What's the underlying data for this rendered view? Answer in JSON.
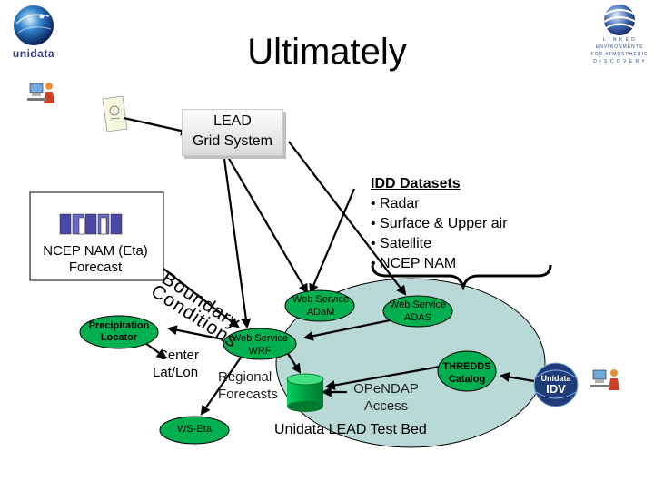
{
  "slide": {
    "title": "Ultimately"
  },
  "logos": {
    "unidata": {
      "text": "unidata",
      "icon": "unidata-globe-icon"
    },
    "lead": {
      "lines": [
        "L I N K E D",
        "ENVIRONMENTS",
        "FOR ATMOSPHERIC",
        "D I S C O V E R Y"
      ],
      "icon": "lead-globe-icon"
    }
  },
  "lead_grid": {
    "line1": "LEAD",
    "line2": "Grid System"
  },
  "idd": {
    "title": "IDD Datasets",
    "items": [
      "• Radar",
      "• Surface & Upper air",
      "• Satellite",
      "• NCEP NAM"
    ]
  },
  "ncep": {
    "line1": "NCEP NAM (Eta)",
    "line2": "Forecast"
  },
  "boundary": {
    "word1": "Boundary",
    "word2": "Conditions"
  },
  "services": {
    "adam": {
      "line1": "Web Service",
      "line2": "ADaM"
    },
    "adas": {
      "line1": "Web Service",
      "line2": "ADAS"
    },
    "wrf": {
      "line1": "Web Service",
      "line2": "WRF"
    }
  },
  "thredds": {
    "line1": "THREDDS",
    "line2": "Catalog"
  },
  "precip": {
    "line1": "Precipitation",
    "line2": "Locator"
  },
  "center": {
    "line1": "Center",
    "line2": "Lat/Lon"
  },
  "regional": {
    "line1": "Regional",
    "line2": "Forecasts"
  },
  "opendap": {
    "line1": "OPeNDAP",
    "line2": "Access"
  },
  "testbed": {
    "label": "Unidata LEAD Test Bed"
  },
  "wseta": {
    "label": "WS-Eta"
  },
  "idv": {
    "label1": "Unidata",
    "label2": "IDV"
  },
  "colors": {
    "testbed_fill": "#b9d9d6",
    "bubble_fill": "#00b050",
    "thredds_fill": "#00b050",
    "db_fill": "#00b050",
    "arrow": "#000000"
  }
}
